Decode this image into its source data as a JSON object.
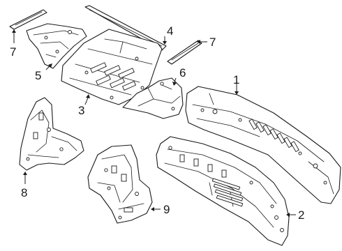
{
  "callouts": {
    "c1": "1",
    "c2": "2",
    "c3": "3",
    "c4": "4",
    "c5": "5",
    "c6": "6",
    "c7a": "7",
    "c7b": "7",
    "c8": "8",
    "c9": "9"
  },
  "colors": {
    "line": "#1a1a1a",
    "background": "#ffffff"
  }
}
